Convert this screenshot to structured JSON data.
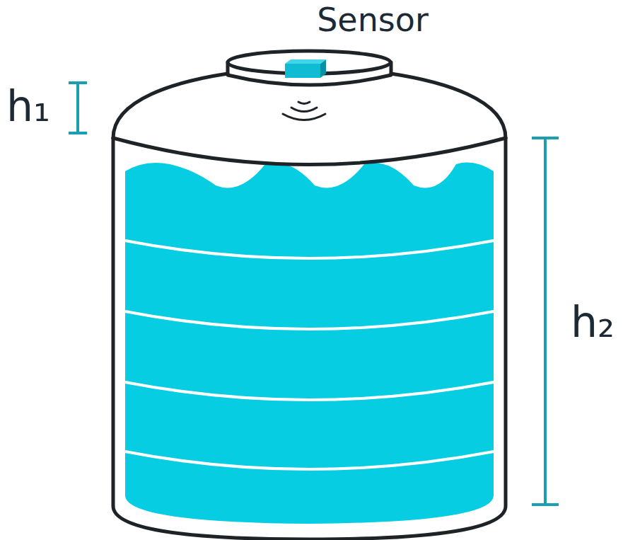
{
  "diagram": {
    "labels": [
      "Sensor",
      "h₁",
      "h₂"
    ]
  }
}
